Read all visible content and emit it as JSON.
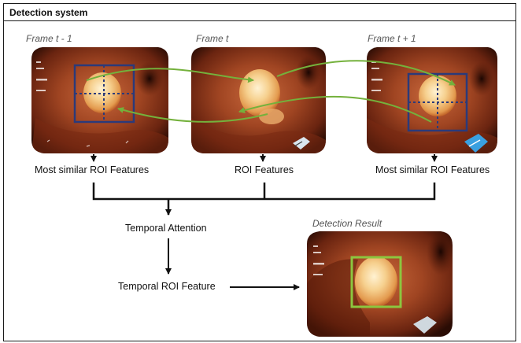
{
  "header": {
    "title": "Detection system"
  },
  "frames": [
    {
      "label": "Frame t - 1"
    },
    {
      "label": "Frame t"
    },
    {
      "label": "Frame t + 1"
    }
  ],
  "captions": {
    "left": "Most similar ROI Features",
    "center": "ROI Features",
    "right": "Most similar ROI Features",
    "temporal_attention": "Temporal Attention",
    "temporal_roi": "Temporal ROI Feature"
  },
  "result": {
    "label": "Detection Result"
  },
  "colors": {
    "roi_box": "#2b3a7a",
    "match_arrow": "#74b13c",
    "detection_box": "#8cc63f",
    "tissue": "#8a3a1e",
    "polyp": "#f2c68a"
  },
  "icons": [
    "endoscopy-frame-image",
    "grid-crosshair-icon",
    "instrument-icon"
  ]
}
